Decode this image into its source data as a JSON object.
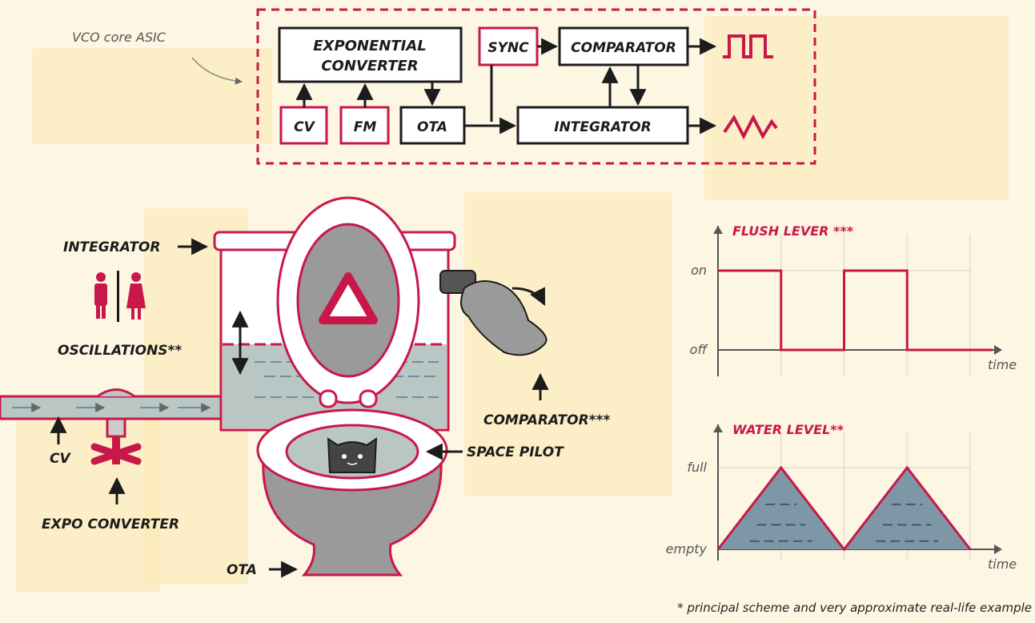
{
  "asic": {
    "caption": "VCO core ASIC",
    "exponential_converter": [
      "EXPONENTIAL",
      "CONVERTER"
    ],
    "sync": "SYNC",
    "comparator": "COMPARATOR",
    "cv": "CV",
    "fm": "FM",
    "ota": "OTA",
    "integrator": "INTEGRATOR"
  },
  "toilet": {
    "integrator": "INTEGRATOR",
    "oscillations": "OSCILLATIONS**",
    "comparator": "COMPARATOR***",
    "space_pilot": "SPACE PILOT",
    "cv": "CV",
    "expo_converter": "EXPO CONVERTER",
    "ota": "OTA"
  },
  "chart_data": [
    {
      "type": "line",
      "title": "FLUSH LEVER ***",
      "xlabel": "time",
      "y_tick_labels": [
        "on",
        "off"
      ],
      "x": [
        0,
        1,
        1,
        2,
        2,
        3,
        3,
        4,
        4,
        4.3
      ],
      "y": [
        1,
        1,
        0,
        0,
        1,
        1,
        0,
        0,
        0,
        0
      ],
      "ylim": [
        0,
        1
      ],
      "grid": true
    },
    {
      "type": "area",
      "title": "WATER LEVEL**",
      "xlabel": "time",
      "y_tick_labels": [
        "full",
        "empty"
      ],
      "x": [
        0,
        1,
        2,
        3,
        4
      ],
      "y": [
        0,
        1,
        0,
        1,
        0
      ],
      "ylim": [
        0,
        1
      ],
      "grid": true
    }
  ],
  "footnote": "* principal scheme and very approximate real-life example",
  "colors": {
    "accent": "#c8184a",
    "ink": "#1c1c1c",
    "water": "#b9c6c4",
    "water_chart": "#7d97a6",
    "porcelain": "#ffffff",
    "bowl_grey": "#9a9a9a",
    "background": "#fdf6e3"
  }
}
